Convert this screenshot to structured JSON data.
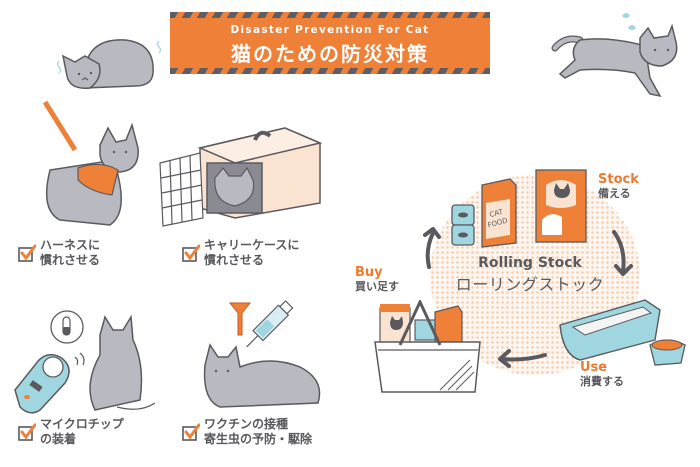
{
  "banner": {
    "title_en": "Disaster Prevention For Cat",
    "title_jp": "猫のための防災対策"
  },
  "colors": {
    "accent_orange": "#ee8038",
    "stripe_gray": "#5d5d66",
    "cat_gray": "#b9b9c2",
    "line_gray": "#5a5a5e",
    "light_blue": "#9fd6df",
    "peach": "#fbe3d2"
  },
  "checklist": [
    {
      "line1": "ハーネスに",
      "line2": "慣れさせる"
    },
    {
      "line1": "キャリーケースに",
      "line2": "慣れさせる"
    },
    {
      "line1": "マイクロチップ",
      "line2": "の装着"
    },
    {
      "line1": "ワクチンの接種",
      "line2": "寄生虫の予防・駆除"
    }
  ],
  "rolling_stock": {
    "title_en": "Rolling Stock",
    "title_jp": "ローリングストック",
    "steps": {
      "stock": {
        "en": "Stock",
        "jp": "備える"
      },
      "use": {
        "en": "Use",
        "jp": "消費する"
      },
      "buy": {
        "en": "Buy",
        "jp": "買い足す"
      }
    },
    "cat_food_label": "CAT FOOD"
  },
  "icons": [
    "scared-cat-icon",
    "running-cat-icon",
    "harness-cat-icon",
    "carrier-cat-icon",
    "microchip-reader-icon",
    "cat-back-icon",
    "syringe-icon",
    "flea-comb-icon",
    "lying-cat-icon",
    "checkbox-icon",
    "cat-food-can-icon",
    "cat-food-bag-icon",
    "litter-box-icon",
    "food-bowl-icon",
    "shopping-basket-icon",
    "cycle-arrow-icon"
  ]
}
